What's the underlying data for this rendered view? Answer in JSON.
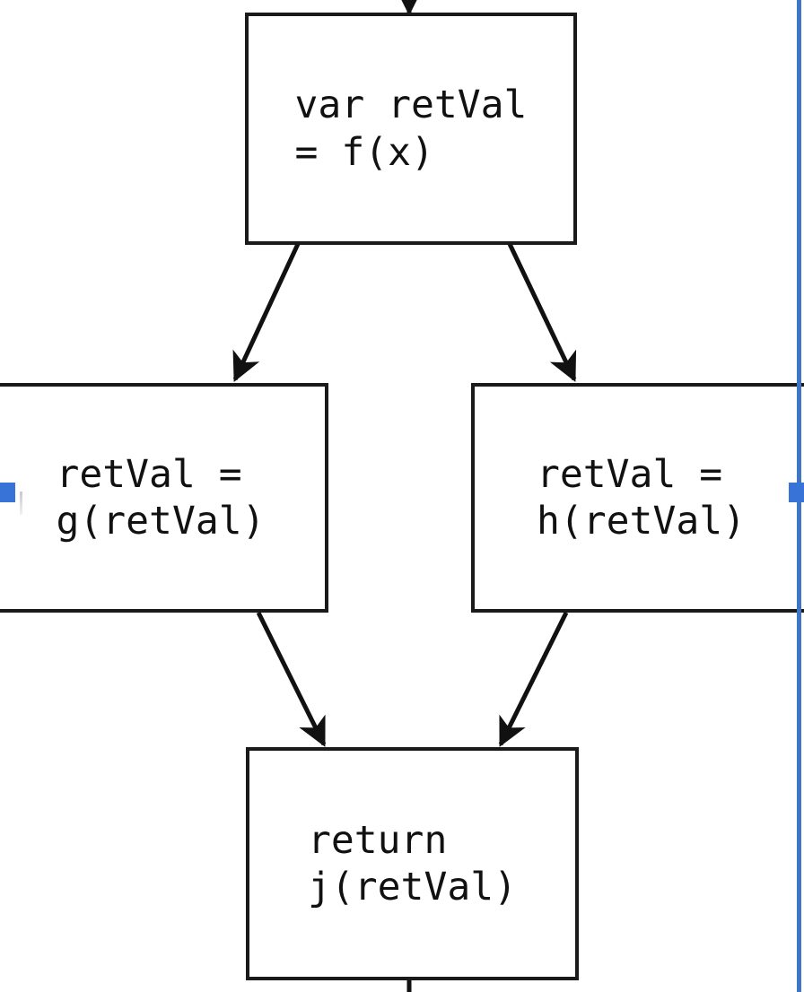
{
  "diagram": {
    "type": "control-flow-graph",
    "background_color": "#ffffff",
    "node_border_color": "#1a1a1a",
    "node_fill_color": "#ffffff",
    "edge_color": "#111111",
    "selection_color": "#3874d8",
    "guide_color": "#3f75c4",
    "nodes": [
      {
        "id": "n1",
        "line1": "var retVal",
        "line2": "= f(x)"
      },
      {
        "id": "n2",
        "line1": "retVal =",
        "line2": "g(retVal)"
      },
      {
        "id": "n3",
        "line1": "retVal =",
        "line2": "h(retVal)"
      },
      {
        "id": "n4",
        "line1": "return",
        "line2": "j(retVal)"
      }
    ],
    "edges": [
      {
        "from": "entry",
        "to": "n1",
        "arrow": true
      },
      {
        "from": "n1",
        "to": "n2",
        "arrow": true
      },
      {
        "from": "n1",
        "to": "n3",
        "arrow": true
      },
      {
        "from": "n2",
        "to": "n4",
        "arrow": true
      },
      {
        "from": "n3",
        "to": "n4",
        "arrow": true
      },
      {
        "from": "n4",
        "to": "exit",
        "arrow": false
      }
    ]
  }
}
